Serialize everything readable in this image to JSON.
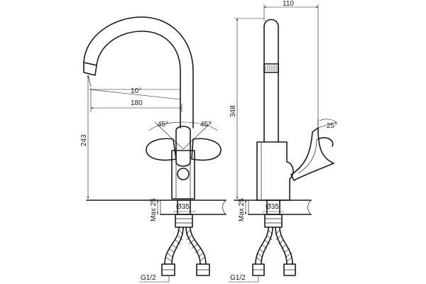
{
  "dimensions": {
    "angle_spout": "10°",
    "spout_reach": "180",
    "angle_left": "45°",
    "angle_right": "45°",
    "height_243": "243",
    "max_thickness_front": "Max 25",
    "diameter_front": "Ø35",
    "thread_front": "G1/2",
    "depth_110": "110",
    "height_348": "348",
    "angle_lever": "25°",
    "max_thickness_side": "Max 25",
    "diameter_side": "Ø35",
    "thread_side": "G1/2"
  }
}
